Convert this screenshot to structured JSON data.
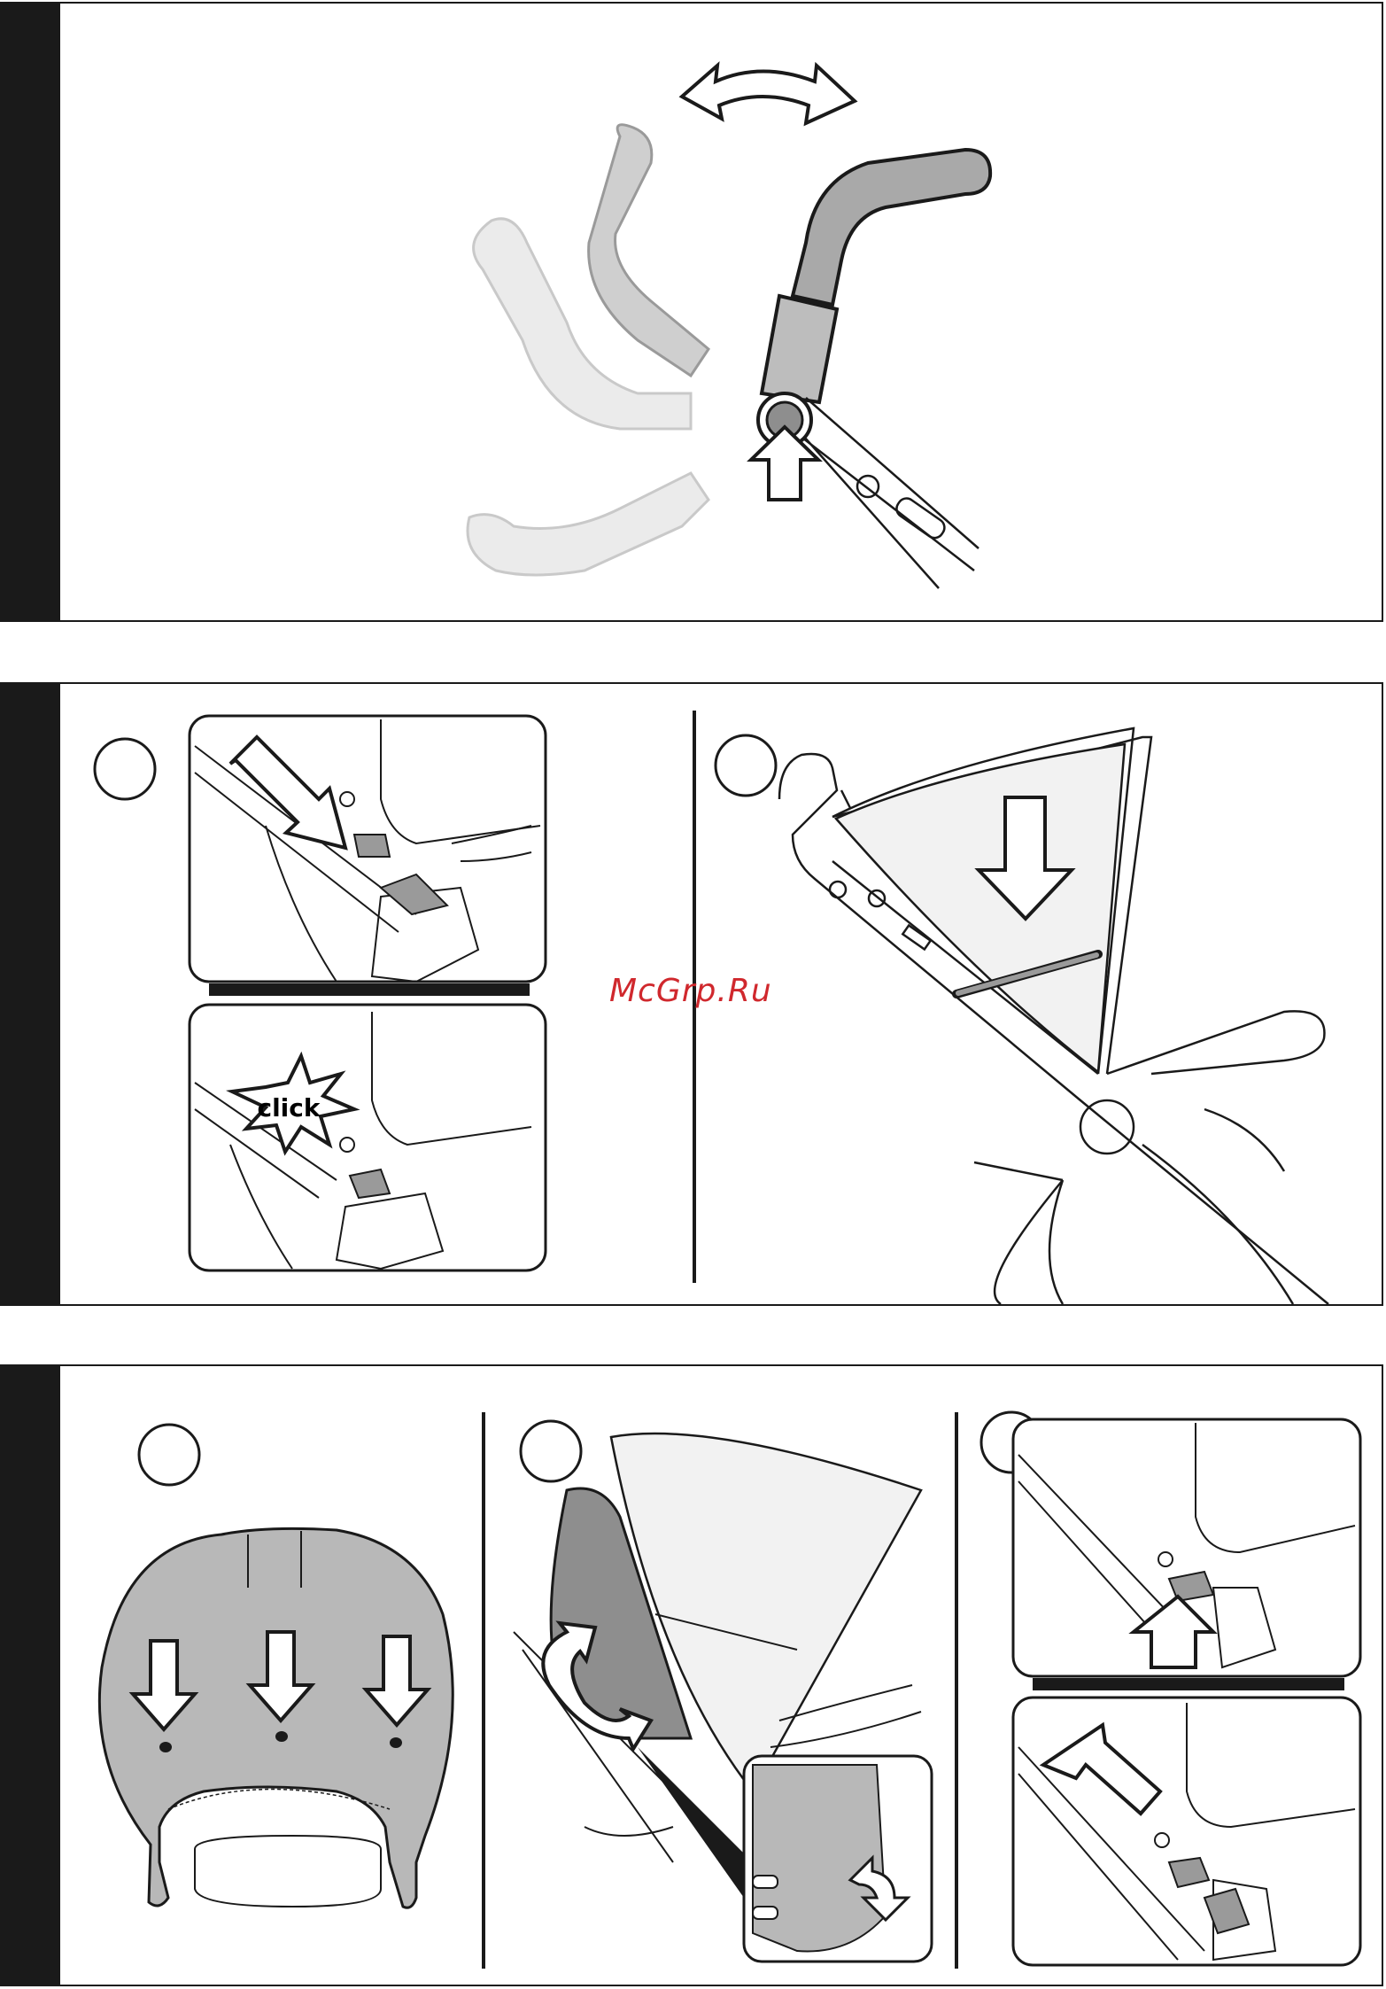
{
  "watermark": "McGrp.Ru",
  "click_label": "click",
  "colors": {
    "ink": "#1a1a1a",
    "handle_gray": "#a9a9a9",
    "ghost_gray": "#dcdcdc",
    "canopy_gray": "#b8b8b8",
    "watermark": "#d0282d"
  },
  "panels": [
    {
      "name": "handlebar-adjust"
    },
    {
      "name": "canopy-attach"
    },
    {
      "name": "canopy-cover"
    }
  ]
}
